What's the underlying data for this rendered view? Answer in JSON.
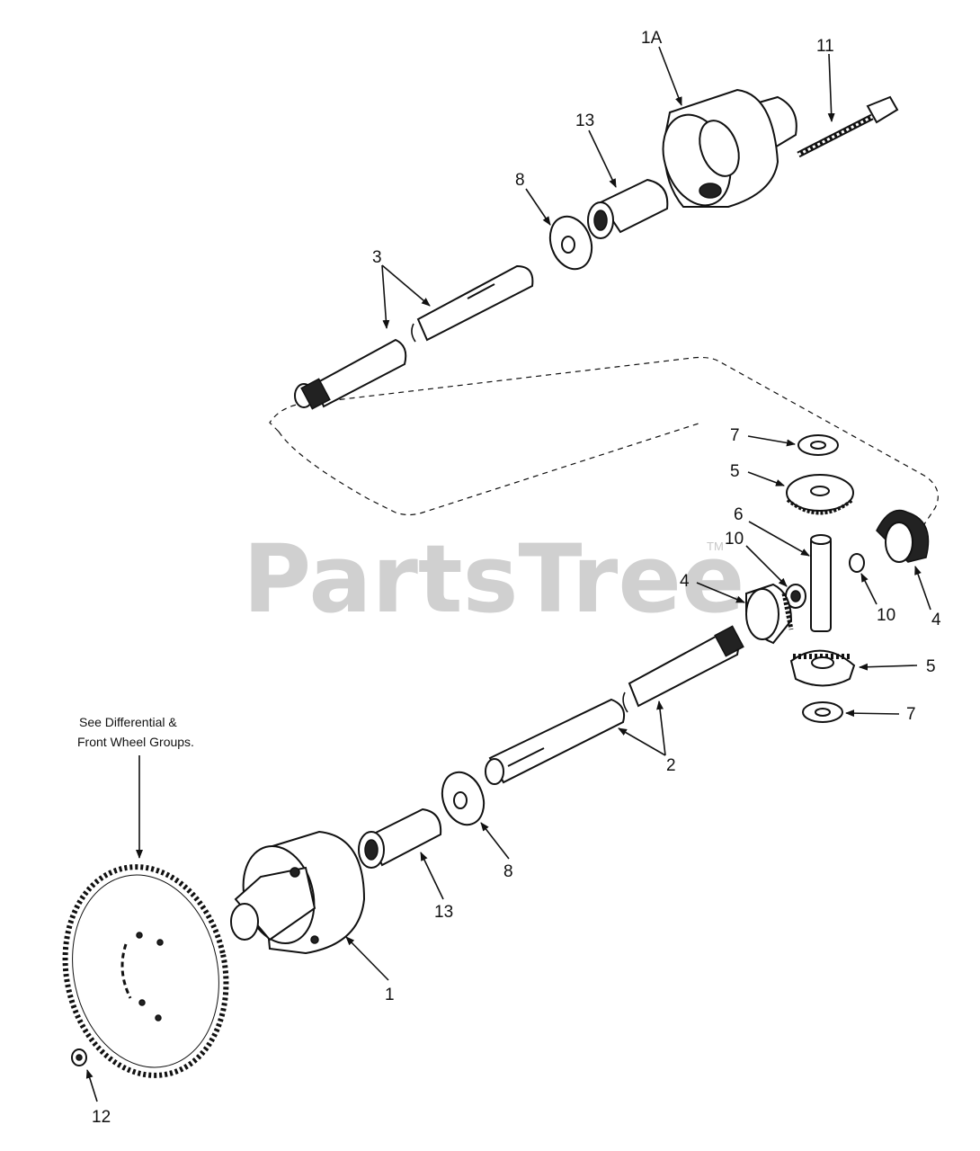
{
  "watermark": {
    "text": "PartsTree",
    "tm": "TM"
  },
  "note": {
    "line1": "See Differential &",
    "line2": "Front Wheel Groups."
  },
  "callouts": {
    "c1A": "1A",
    "c11": "11",
    "c13_top": "13",
    "c8_top": "8",
    "c3": "3",
    "c7_top": "7",
    "c5_top": "5",
    "c6": "6",
    "c10_left": "10",
    "c4_left": "4",
    "c10_right": "10",
    "c4_right": "4",
    "c5_right": "5",
    "c7_right": "7",
    "c2": "2",
    "c8_bottom": "8",
    "c13_bottom": "13",
    "c1": "1",
    "c12": "12"
  },
  "colors": {
    "ink": "#111111",
    "paper": "#ffffff",
    "watermark": "#d0d0d0"
  }
}
